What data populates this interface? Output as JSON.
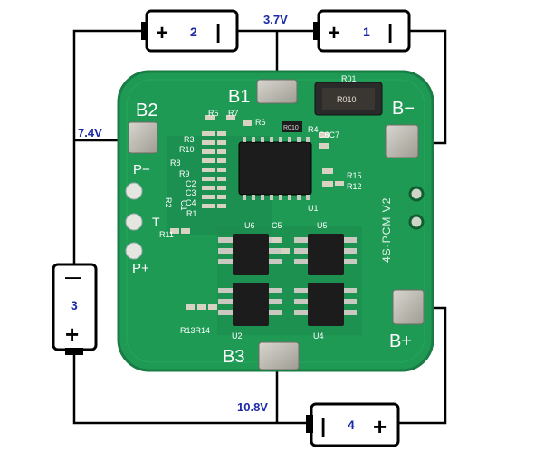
{
  "batteries": [
    {
      "number": "2",
      "plus": "+",
      "minus": "|"
    },
    {
      "number": "1",
      "plus": "+",
      "minus": "|"
    },
    {
      "number": "3",
      "plus": "+",
      "minus": "—"
    },
    {
      "number": "4",
      "plus": "+",
      "minus": "|"
    }
  ],
  "voltages": {
    "v1": "3.7V",
    "v2": "7.4V",
    "v3": "10.8V"
  },
  "board": {
    "pads": {
      "b1": "B1",
      "b2": "B2",
      "b3": "B3",
      "b_minus": "B−",
      "b_plus": "B+",
      "p_minus": "P−",
      "t": "T",
      "p_plus": "P+"
    },
    "model": "4S-PCM V2",
    "components": {
      "r01": "R01",
      "r010": "R010",
      "r1": "R1",
      "r2": "R2",
      "r3": "R3",
      "r4": "R4",
      "r5": "R5",
      "r6": "R6",
      "r7": "R7",
      "r8": "R8",
      "r9": "R9",
      "r10": "R10",
      "r11": "R11",
      "r12": "R12",
      "r13r14": "R13R14",
      "r15": "R15",
      "c1": "C1",
      "c2": "C2",
      "c3": "C3",
      "c4": "C4",
      "c5": "C5",
      "c6c7": "C6C7",
      "u1": "U1",
      "u2": "U2",
      "u4": "U4",
      "u5": "U5",
      "u6": "U6"
    }
  },
  "colors": {
    "board": "#1f9a55",
    "board_dark": "#147a3f",
    "chip": "#1c1c1c",
    "wire": "#000000",
    "label_blue": "#1b2aa8",
    "pad": "#b9b6ad"
  }
}
